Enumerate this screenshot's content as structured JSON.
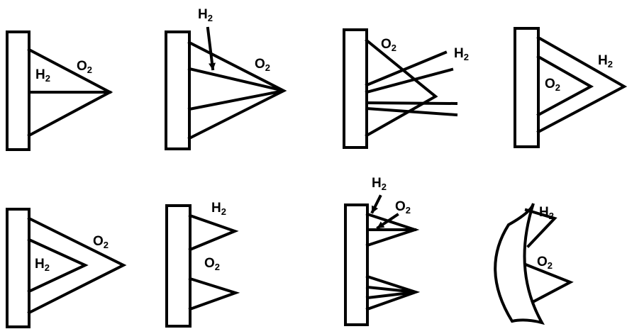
{
  "labels": {
    "h2": "H",
    "o2": "O",
    "subscript": "2"
  },
  "colors": {
    "ink": "#000000",
    "paper": "#ffffff"
  },
  "panels": [
    {
      "id": "panel-1",
      "labels": [
        "H2",
        "O2"
      ]
    },
    {
      "id": "panel-2",
      "labels": [
        "H2",
        "O2"
      ]
    },
    {
      "id": "panel-3",
      "labels": [
        "O2",
        "H2"
      ]
    },
    {
      "id": "panel-4",
      "labels": [
        "H2",
        "O2"
      ]
    },
    {
      "id": "panel-5",
      "labels": [
        "H2",
        "O2"
      ]
    },
    {
      "id": "panel-6",
      "labels": [
        "H2",
        "O2"
      ]
    },
    {
      "id": "panel-7",
      "labels": [
        "H2",
        "O2"
      ]
    },
    {
      "id": "panel-8",
      "labels": [
        "H2",
        "O2"
      ]
    }
  ]
}
